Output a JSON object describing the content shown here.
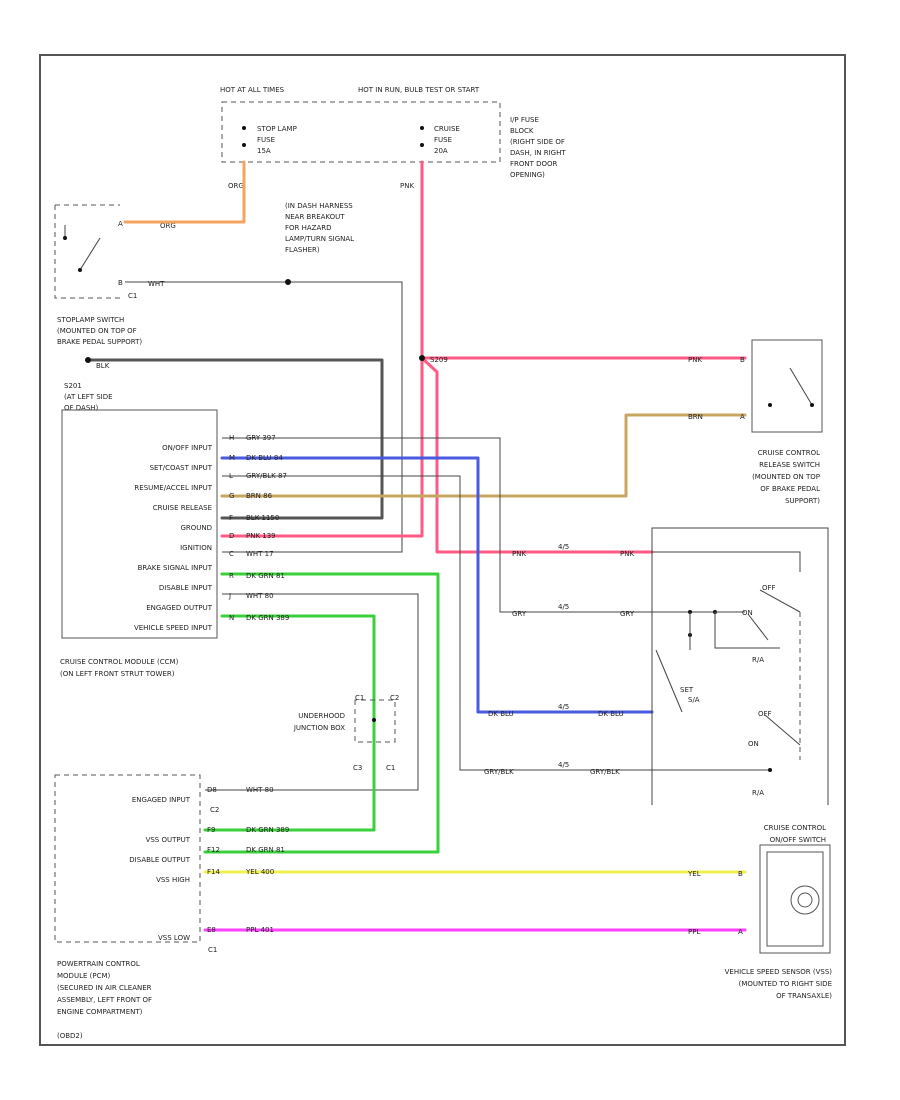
{
  "power": {
    "hot_at_all_times": "HOT AT ALL TIMES",
    "hot_in_run_bulb": "HOT IN RUN, BULB TEST OR START",
    "stop_lamp_fuse": [
      "STOP LAMP",
      "FUSE",
      "15A"
    ],
    "cruise_fuse": [
      "CRUISE",
      "FUSE",
      "20A"
    ],
    "ip_fuse_block": [
      "I/P FUSE",
      "BLOCK",
      "(RIGHT SIDE OF",
      "DASH, IN RIGHT",
      "FRONT DOOR",
      "OPENING)"
    ],
    "org": "ORG",
    "pnk": "PNK"
  },
  "stoplamp": {
    "label": [
      "STOPLAMP SWITCH",
      "(MOUNTED ON TOP OF",
      "BRAKE PEDAL SUPPORT)"
    ],
    "pin_a": "A",
    "pin_b": "B",
    "org": "ORG",
    "wht": "WHT",
    "c1": "C1"
  },
  "harness": [
    "(IN DASH HARNESS",
    "NEAR BREAKOUT",
    "FOR HAZARD",
    "LAMP/TURN SIGNAL",
    "FLASHER)"
  ],
  "splices": {
    "s209": "S209",
    "s201": "S201",
    "s201_loc": [
      "S201",
      "(AT LEFT SIDE",
      "OF DASH)"
    ],
    "blk": "BLK"
  },
  "ccm": {
    "inputs": [
      "ON/OFF INPUT",
      "SET/COAST INPUT",
      "RESUME/ACCEL INPUT",
      "CRUISE RELEASE",
      "GROUND",
      "IGNITION",
      "BRAKE SIGNAL INPUT",
      "DISABLE INPUT",
      "ENGAGED OUTPUT",
      "VEHICLE SPEED INPUT"
    ],
    "pins": [
      "H",
      "M",
      "L",
      "G",
      "F",
      "D",
      "C",
      "R",
      "J",
      "N"
    ],
    "wires": [
      "GRY  397",
      "DK BLU  84",
      "GRY/BLK  87",
      "BRN  86",
      "BLK  1150",
      "PNK  139",
      "WHT  17",
      "DK GRN  81",
      "WHT  80",
      "DK GRN  389"
    ],
    "label": [
      "CRUISE CONTROL MODULE (CCM)",
      "(ON LEFT FRONT STRUT TOWER)"
    ]
  },
  "release_switch": {
    "label": [
      "CRUISE CONTROL",
      "RELEASE SWITCH",
      "(MOUNTED ON TOP",
      "OF BRAKE PEDAL",
      "SUPPORT)"
    ],
    "pnk": "PNK",
    "brn": "BRN",
    "pin_b": "B",
    "pin_a": "A"
  },
  "mode_switch": {
    "rows": [
      [
        "PNK",
        "4/5",
        "PNK"
      ],
      [
        "GRY",
        "4/5",
        "GRY"
      ],
      [
        "DK BLU",
        "4/5",
        "DK BLU"
      ],
      [
        "GRY/BLK",
        "4/5",
        "GRY/BLK"
      ]
    ],
    "off": "OFF",
    "on": "ON",
    "r_a": "R/A",
    "set": "SET",
    "sw": "S/A",
    "r_a_bottom": "R/A"
  },
  "junction": {
    "label": [
      "UNDERHOOD",
      "JUNCTION BOX"
    ],
    "c1_top": "C1",
    "c2": "C2",
    "c3": "C3",
    "c1_bottom": "C1"
  },
  "pcm": {
    "labels": [
      "ENGAGED INPUT",
      "VSS OUTPUT",
      "DISABLE OUTPUT",
      "VSS HIGH",
      "VSS LOW"
    ],
    "pins": [
      "D8",
      "F9",
      "F12",
      "F14",
      "E8"
    ],
    "wires": [
      "WHT  80",
      "DK GRN  389",
      "DK GRN  81",
      "YEL  400",
      "PPL  401"
    ],
    "c2": "C2",
    "c1": "C1",
    "label": [
      "POWERTRAIN CONTROL",
      "MODULE (PCM)",
      "(SECURED IN AIR CLEANER",
      "ASSEMBLY, LEFT FRONT OF",
      "ENGINE COMPARTMENT)",
      "(OBD2)"
    ]
  },
  "vss": {
    "top_label": [
      "CRUISE CONTROL",
      "ON/OFF SWITCH"
    ],
    "label": [
      "VEHICLE SPEED SENSOR (VSS)",
      "(MOUNTED TO RIGHT SIDE",
      "OF TRANSAXLE)"
    ],
    "yel": "YEL",
    "ppl": "PPL",
    "pin_b": "B",
    "pin_a": "A"
  },
  "colors": {
    "orange": "#f4a460",
    "pink": "#ff5a84",
    "blue": "#4a5ae0",
    "brown": "#c8a560",
    "green": "#39d039",
    "yellow": "#f0f050",
    "purple": "#ff40ff",
    "gray": "#777777",
    "black": "#333333"
  }
}
